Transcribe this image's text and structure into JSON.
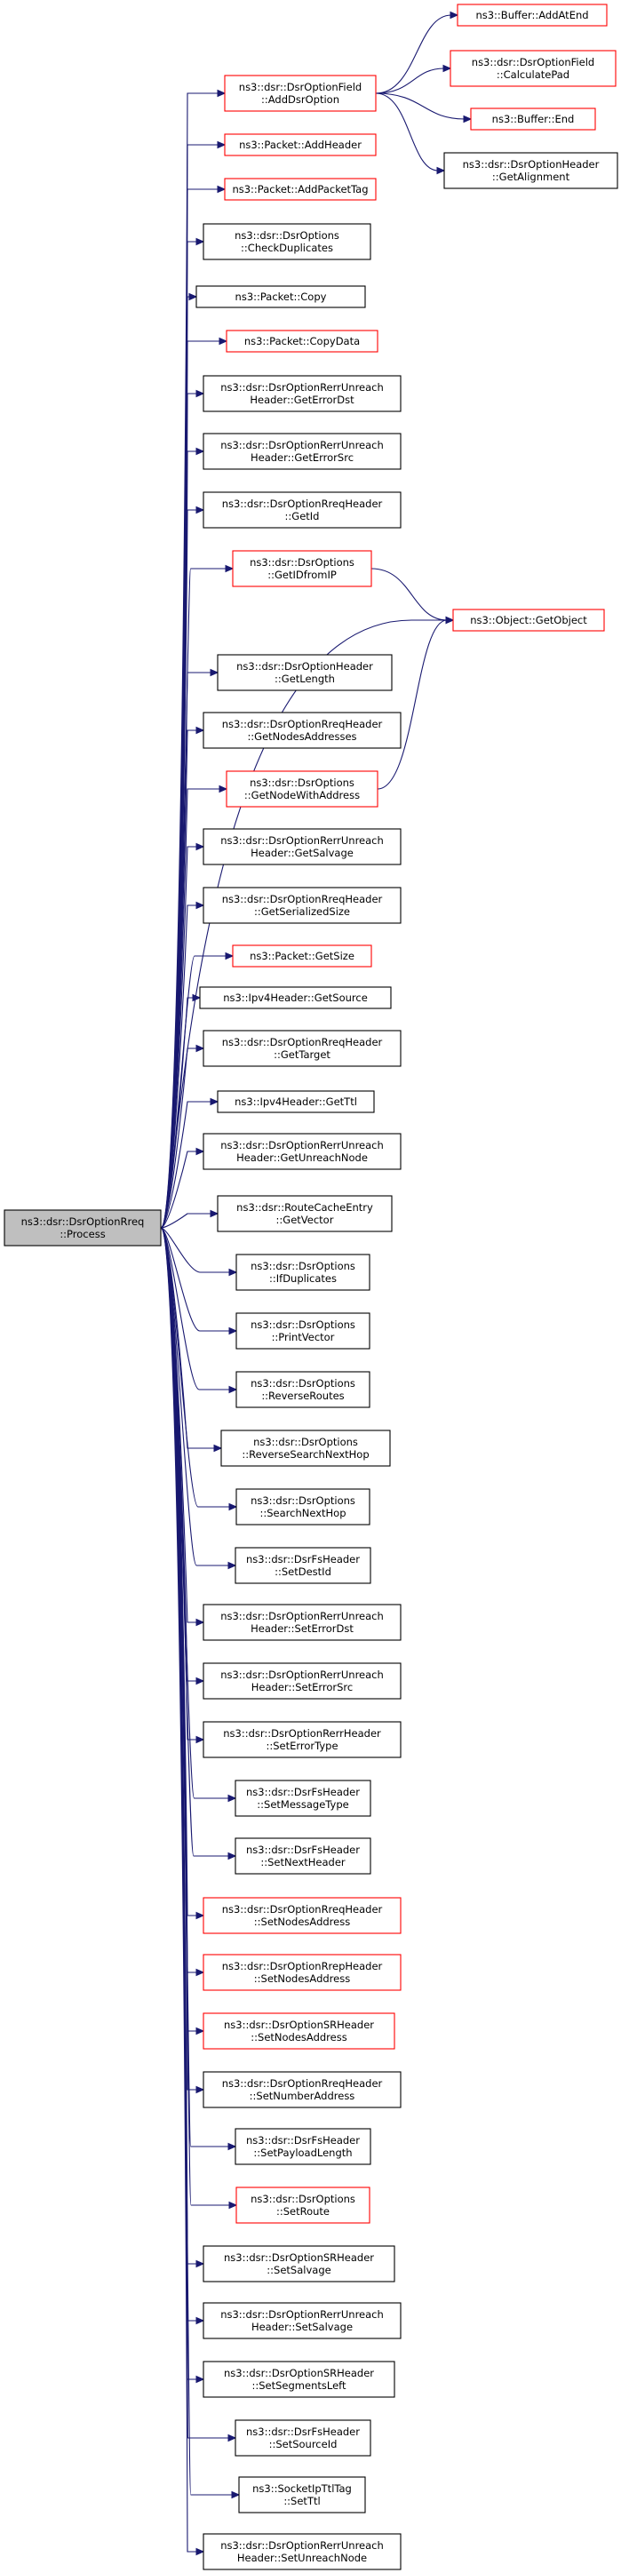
{
  "root": {
    "id": "root",
    "lines": [
      "ns3::dsr::DsrOptionRreq",
      "::Process"
    ]
  },
  "nodes": [
    {
      "id": "addDsrOption",
      "lines": [
        "ns3::dsr::DsrOptionField",
        "::AddDsrOption"
      ],
      "state": "partial"
    },
    {
      "id": "addHeader",
      "lines": [
        "ns3::Packet::AddHeader"
      ],
      "state": "partial"
    },
    {
      "id": "addPacketTag",
      "lines": [
        "ns3::Packet::AddPacketTag"
      ],
      "state": "partial"
    },
    {
      "id": "checkDuplicates",
      "lines": [
        "ns3::dsr::DsrOptions",
        "::CheckDuplicates"
      ],
      "state": "normal"
    },
    {
      "id": "packetCopy",
      "lines": [
        "ns3::Packet::Copy"
      ],
      "state": "normal"
    },
    {
      "id": "copyData",
      "lines": [
        "ns3::Packet::CopyData"
      ],
      "state": "partial"
    },
    {
      "id": "getErrorDst",
      "lines": [
        "ns3::dsr::DsrOptionRerrUnreach",
        "Header::GetErrorDst"
      ],
      "state": "normal"
    },
    {
      "id": "getErrorSrc",
      "lines": [
        "ns3::dsr::DsrOptionRerrUnreach",
        "Header::GetErrorSrc"
      ],
      "state": "normal"
    },
    {
      "id": "getId",
      "lines": [
        "ns3::dsr::DsrOptionRreqHeader",
        "::GetId"
      ],
      "state": "normal"
    },
    {
      "id": "getIDfromIP",
      "lines": [
        "ns3::dsr::DsrOptions",
        "::GetIDfromIP"
      ],
      "state": "partial"
    },
    {
      "id": "getLength",
      "lines": [
        "ns3::dsr::DsrOptionHeader",
        "::GetLength"
      ],
      "state": "normal"
    },
    {
      "id": "getNodesAddresses",
      "lines": [
        "ns3::dsr::DsrOptionRreqHeader",
        "::GetNodesAddresses"
      ],
      "state": "normal"
    },
    {
      "id": "getNodeWithAddress",
      "lines": [
        "ns3::dsr::DsrOptions",
        "::GetNodeWithAddress"
      ],
      "state": "partial"
    },
    {
      "id": "getSalvage",
      "lines": [
        "ns3::dsr::DsrOptionRerrUnreach",
        "Header::GetSalvage"
      ],
      "state": "normal"
    },
    {
      "id": "getSerializedSize",
      "lines": [
        "ns3::dsr::DsrOptionRreqHeader",
        "::GetSerializedSize"
      ],
      "state": "normal"
    },
    {
      "id": "getSize",
      "lines": [
        "ns3::Packet::GetSize"
      ],
      "state": "partial"
    },
    {
      "id": "getSource",
      "lines": [
        "ns3::Ipv4Header::GetSource"
      ],
      "state": "normal"
    },
    {
      "id": "getTarget",
      "lines": [
        "ns3::dsr::DsrOptionRreqHeader",
        "::GetTarget"
      ],
      "state": "normal"
    },
    {
      "id": "getTtl",
      "lines": [
        "ns3::Ipv4Header::GetTtl"
      ],
      "state": "normal"
    },
    {
      "id": "getUnreachNode",
      "lines": [
        "ns3::dsr::DsrOptionRerrUnreach",
        "Header::GetUnreachNode"
      ],
      "state": "normal"
    },
    {
      "id": "getVector",
      "lines": [
        "ns3::dsr::RouteCacheEntry",
        "::GetVector"
      ],
      "state": "normal"
    },
    {
      "id": "ifDuplicates",
      "lines": [
        "ns3::dsr::DsrOptions",
        "::IfDuplicates"
      ],
      "state": "normal"
    },
    {
      "id": "printVector",
      "lines": [
        "ns3::dsr::DsrOptions",
        "::PrintVector"
      ],
      "state": "normal"
    },
    {
      "id": "reverseRoutes",
      "lines": [
        "ns3::dsr::DsrOptions",
        "::ReverseRoutes"
      ],
      "state": "normal"
    },
    {
      "id": "reverseSearchNextHop",
      "lines": [
        "ns3::dsr::DsrOptions",
        "::ReverseSearchNextHop"
      ],
      "state": "normal"
    },
    {
      "id": "searchNextHop",
      "lines": [
        "ns3::dsr::DsrOptions",
        "::SearchNextHop"
      ],
      "state": "normal"
    },
    {
      "id": "setDestId",
      "lines": [
        "ns3::dsr::DsrFsHeader",
        "::SetDestId"
      ],
      "state": "normal"
    },
    {
      "id": "setErrorDst",
      "lines": [
        "ns3::dsr::DsrOptionRerrUnreach",
        "Header::SetErrorDst"
      ],
      "state": "normal"
    },
    {
      "id": "setErrorSrc",
      "lines": [
        "ns3::dsr::DsrOptionRerrUnreach",
        "Header::SetErrorSrc"
      ],
      "state": "normal"
    },
    {
      "id": "setErrorType",
      "lines": [
        "ns3::dsr::DsrOptionRerrHeader",
        "::SetErrorType"
      ],
      "state": "normal"
    },
    {
      "id": "setMessageType",
      "lines": [
        "ns3::dsr::DsrFsHeader",
        "::SetMessageType"
      ],
      "state": "normal"
    },
    {
      "id": "setNextHeader",
      "lines": [
        "ns3::dsr::DsrFsHeader",
        "::SetNextHeader"
      ],
      "state": "normal"
    },
    {
      "id": "rreqSetNodesAddress",
      "lines": [
        "ns3::dsr::DsrOptionRreqHeader",
        "::SetNodesAddress"
      ],
      "state": "partial"
    },
    {
      "id": "rrepSetNodesAddress",
      "lines": [
        "ns3::dsr::DsrOptionRrepHeader",
        "::SetNodesAddress"
      ],
      "state": "partial"
    },
    {
      "id": "srSetNodesAddress",
      "lines": [
        "ns3::dsr::DsrOptionSRHeader",
        "::SetNodesAddress"
      ],
      "state": "partial"
    },
    {
      "id": "setNumberAddress",
      "lines": [
        "ns3::dsr::DsrOptionRreqHeader",
        "::SetNumberAddress"
      ],
      "state": "normal"
    },
    {
      "id": "setPayloadLength",
      "lines": [
        "ns3::dsr::DsrFsHeader",
        "::SetPayloadLength"
      ],
      "state": "normal"
    },
    {
      "id": "setRoute",
      "lines": [
        "ns3::dsr::DsrOptions",
        "::SetRoute"
      ],
      "state": "partial"
    },
    {
      "id": "srSetSalvage",
      "lines": [
        "ns3::dsr::DsrOptionSRHeader",
        "::SetSalvage"
      ],
      "state": "normal"
    },
    {
      "id": "rerrSetSalvage",
      "lines": [
        "ns3::dsr::DsrOptionRerrUnreach",
        "Header::SetSalvage"
      ],
      "state": "normal"
    },
    {
      "id": "setSegmentsLeft",
      "lines": [
        "ns3::dsr::DsrOptionSRHeader",
        "::SetSegmentsLeft"
      ],
      "state": "normal"
    },
    {
      "id": "setSourceId",
      "lines": [
        "ns3::dsr::DsrFsHeader",
        "::SetSourceId"
      ],
      "state": "normal"
    },
    {
      "id": "setTtl",
      "lines": [
        "ns3::SocketIpTtlTag",
        "::SetTtl"
      ],
      "state": "normal"
    },
    {
      "id": "setUnreachNode",
      "lines": [
        "ns3::dsr::DsrOptionRerrUnreach",
        "Header::SetUnreachNode"
      ],
      "state": "normal"
    },
    {
      "id": "addAtEnd",
      "lines": [
        "ns3::Buffer::AddAtEnd"
      ],
      "state": "partial"
    },
    {
      "id": "calculatePad",
      "lines": [
        "ns3::dsr::DsrOptionField",
        "::CalculatePad"
      ],
      "state": "partial"
    },
    {
      "id": "bufferEnd",
      "lines": [
        "ns3::Buffer::End"
      ],
      "state": "partial"
    },
    {
      "id": "getAlignment",
      "lines": [
        "ns3::dsr::DsrOptionHeader",
        "::GetAlignment"
      ],
      "state": "normal"
    },
    {
      "id": "getObject",
      "lines": [
        "ns3::Object::GetObject"
      ],
      "state": "partial"
    }
  ],
  "edges": [
    [
      "root",
      "addDsrOption"
    ],
    [
      "root",
      "addHeader"
    ],
    [
      "root",
      "addPacketTag"
    ],
    [
      "root",
      "checkDuplicates"
    ],
    [
      "root",
      "packetCopy"
    ],
    [
      "root",
      "copyData"
    ],
    [
      "root",
      "getErrorDst"
    ],
    [
      "root",
      "getErrorSrc"
    ],
    [
      "root",
      "getId"
    ],
    [
      "root",
      "getIDfromIP"
    ],
    [
      "root",
      "getObject"
    ],
    [
      "root",
      "getLength"
    ],
    [
      "root",
      "getNodesAddresses"
    ],
    [
      "root",
      "getNodeWithAddress"
    ],
    [
      "root",
      "getSalvage"
    ],
    [
      "root",
      "getSerializedSize"
    ],
    [
      "root",
      "getSize"
    ],
    [
      "root",
      "getSource"
    ],
    [
      "root",
      "getTarget"
    ],
    [
      "root",
      "getTtl"
    ],
    [
      "root",
      "getUnreachNode"
    ],
    [
      "root",
      "getVector"
    ],
    [
      "root",
      "ifDuplicates"
    ],
    [
      "root",
      "printVector"
    ],
    [
      "root",
      "reverseRoutes"
    ],
    [
      "root",
      "reverseSearchNextHop"
    ],
    [
      "root",
      "searchNextHop"
    ],
    [
      "root",
      "setDestId"
    ],
    [
      "root",
      "setErrorDst"
    ],
    [
      "root",
      "setErrorSrc"
    ],
    [
      "root",
      "setErrorType"
    ],
    [
      "root",
      "setMessageType"
    ],
    [
      "root",
      "setNextHeader"
    ],
    [
      "root",
      "rreqSetNodesAddress"
    ],
    [
      "root",
      "rrepSetNodesAddress"
    ],
    [
      "root",
      "srSetNodesAddress"
    ],
    [
      "root",
      "setNumberAddress"
    ],
    [
      "root",
      "setPayloadLength"
    ],
    [
      "root",
      "setRoute"
    ],
    [
      "root",
      "srSetSalvage"
    ],
    [
      "root",
      "rerrSetSalvage"
    ],
    [
      "root",
      "setSegmentsLeft"
    ],
    [
      "root",
      "setSourceId"
    ],
    [
      "root",
      "setTtl"
    ],
    [
      "root",
      "setUnreachNode"
    ],
    [
      "addDsrOption",
      "addAtEnd"
    ],
    [
      "addDsrOption",
      "calculatePad"
    ],
    [
      "addDsrOption",
      "bufferEnd"
    ],
    [
      "addDsrOption",
      "getAlignment"
    ],
    [
      "getIDfromIP",
      "getObject"
    ],
    [
      "getNodeWithAddress",
      "getObject"
    ]
  ],
  "colors": {
    "edge": "#191970",
    "partial_border": "#ff0000",
    "normal_border": "#000000",
    "root_fill": "#bfbfbf"
  }
}
